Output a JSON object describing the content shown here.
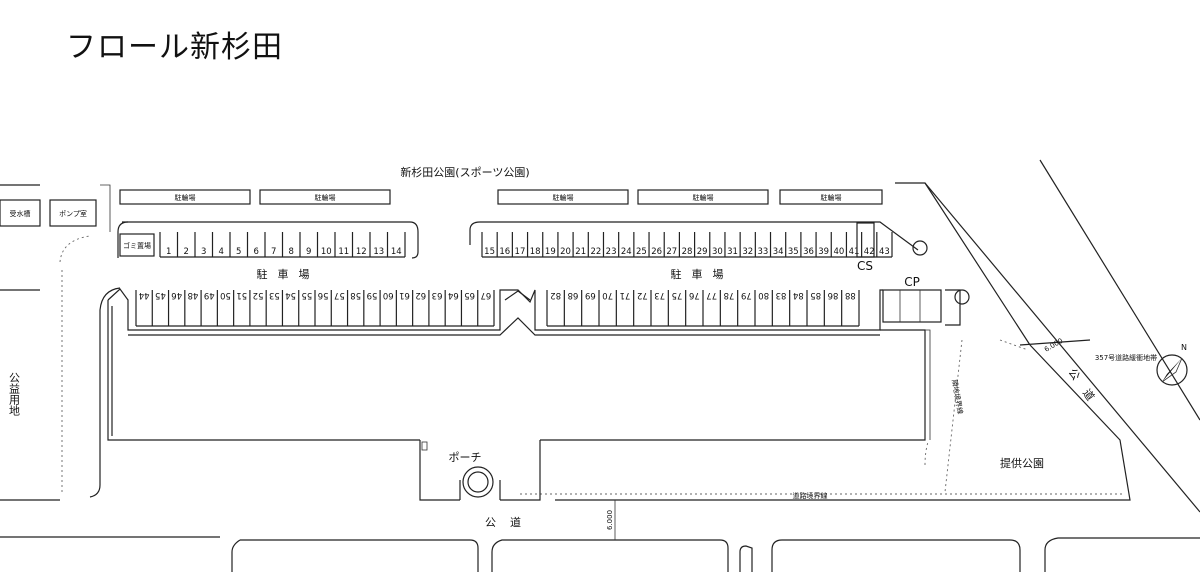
{
  "title": "フロール新杉田",
  "labels": {
    "park_top": "新杉田公園(スポーツ公園)",
    "bicycle": "駐輪場",
    "water_tank": "受水槽",
    "pump_room": "ポンプ室",
    "garbage": "ゴミ置場",
    "parking": "駐車場",
    "public_land": "公益用地",
    "porch": "ポーチ",
    "public_road": "公道",
    "road_boundary": "道路境界線",
    "site_boundary": "隣地境界線",
    "provided_park": "提供公園",
    "green_belt": "357号道路緩衝地帯",
    "dim_6000": "6.000",
    "cs": "CS",
    "cp": "CP",
    "north": "N"
  },
  "spaces": {
    "row_a": [
      "1",
      "2",
      "3",
      "4",
      "5",
      "6",
      "7",
      "8",
      "9",
      "10",
      "11",
      "12",
      "13",
      "14"
    ],
    "row_b": [
      "15",
      "16",
      "17",
      "18",
      "19",
      "20",
      "21",
      "22",
      "23",
      "24",
      "25",
      "26",
      "27",
      "28",
      "29",
      "30",
      "31",
      "32",
      "33",
      "34",
      "35",
      "36",
      "39",
      "40",
      "41",
      "42",
      "43"
    ],
    "row_c": [
      "44",
      "45",
      "46",
      "48",
      "49",
      "50",
      "51",
      "52",
      "53",
      "54",
      "55",
      "56",
      "57",
      "58",
      "59",
      "60",
      "61",
      "62",
      "63",
      "64",
      "65",
      "67"
    ],
    "row_d": [
      "82",
      "68",
      "69",
      "70",
      "71",
      "72",
      "73",
      "75",
      "76",
      "77",
      "78",
      "79",
      "80",
      "83",
      "84",
      "85",
      "86",
      "88"
    ]
  }
}
